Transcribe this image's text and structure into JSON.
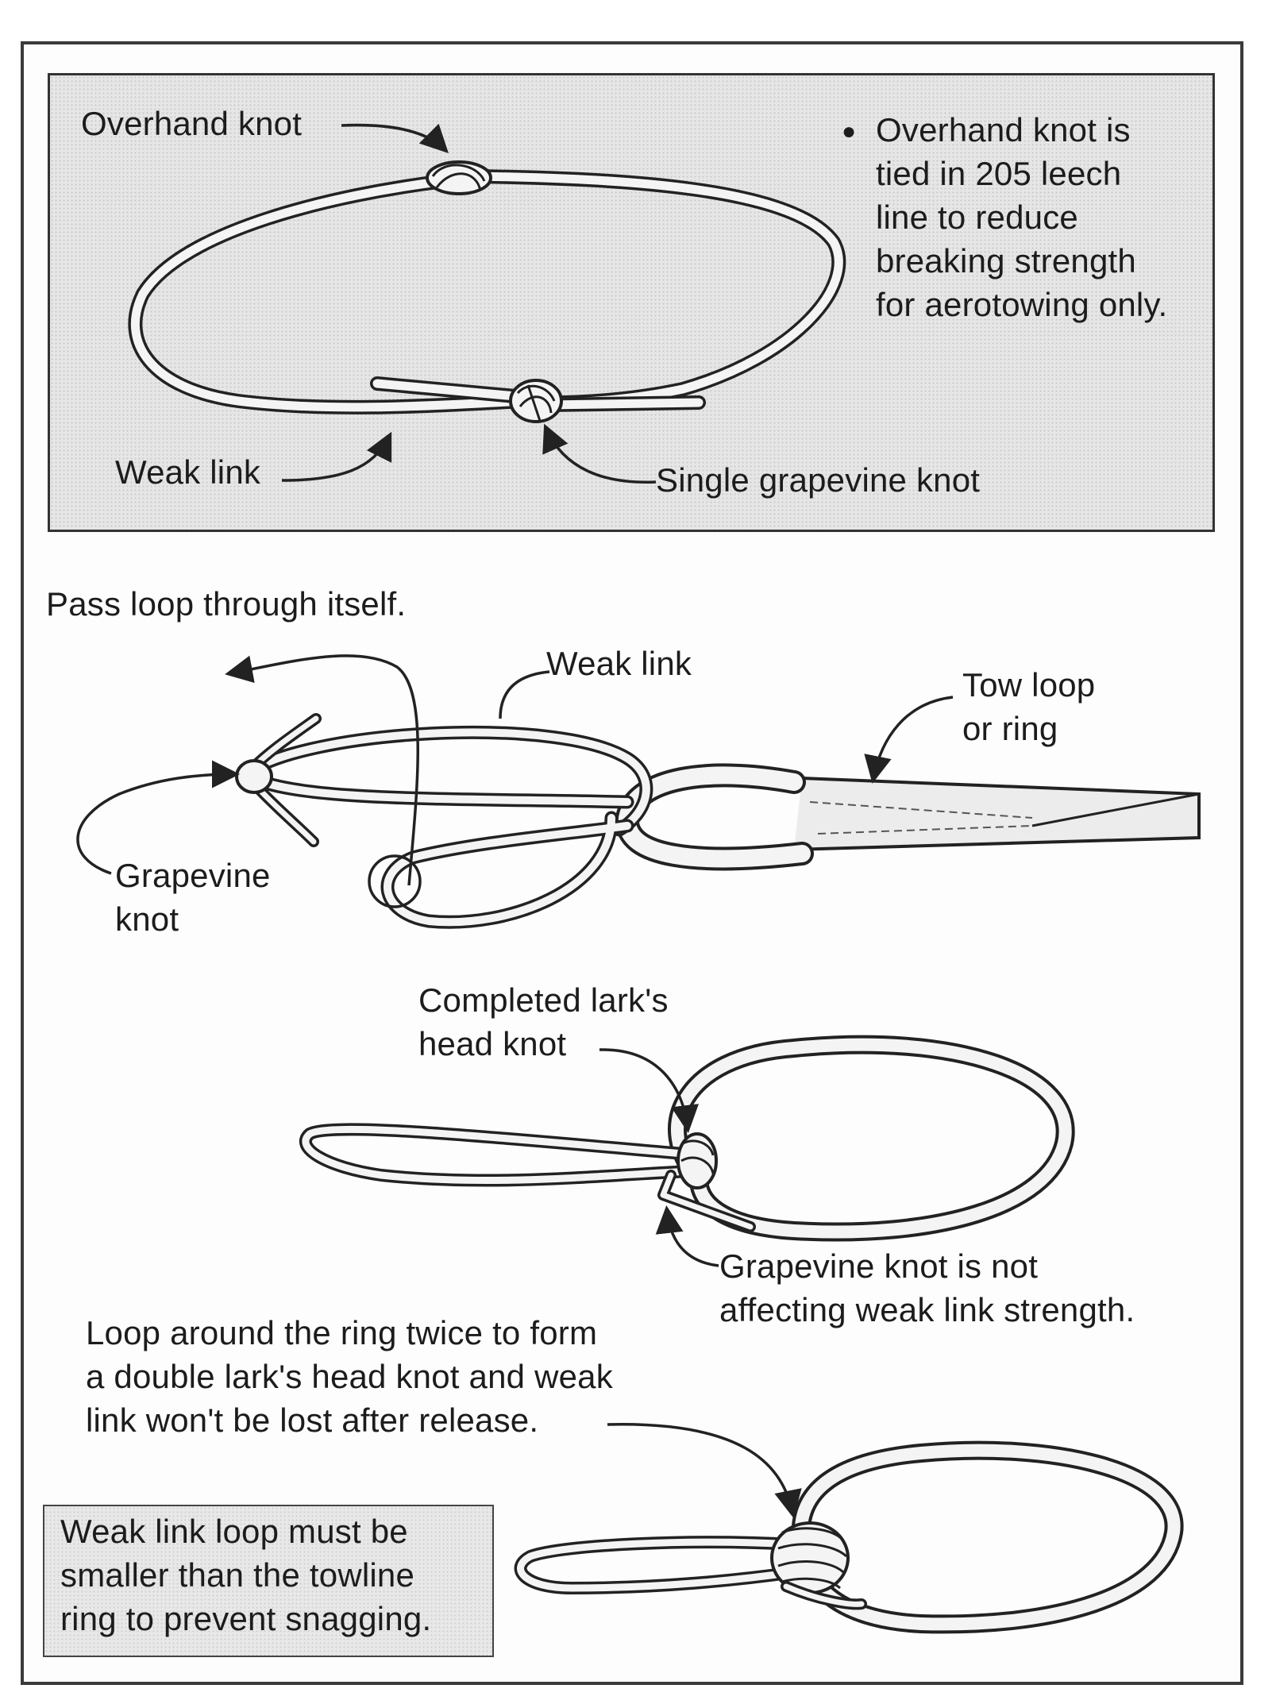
{
  "top_panel": {
    "overhand_label": "Overhand knot",
    "weak_link_label": "Weak link",
    "grapevine_label": "Single grapevine knot",
    "bullet": "●",
    "note_lines": [
      "Overhand knot is",
      "tied in 205 leech",
      "line to reduce",
      "breaking strength",
      "for aerotowing only."
    ]
  },
  "step1": {
    "instruction": "Pass loop through itself.",
    "weak_link_label": "Weak link",
    "tow_loop_lines": [
      "Tow loop",
      "or ring"
    ],
    "grapevine_lines": [
      "Grapevine",
      "knot"
    ]
  },
  "step2": {
    "completed_lines": [
      "Completed lark's",
      "head knot"
    ],
    "grapevine_note_lines": [
      "Grapevine knot is not",
      "affecting weak link strength."
    ]
  },
  "step3": {
    "instruction_lines": [
      "Loop around the ring twice to form",
      "a double lark's head knot and weak",
      "link won't be lost after release."
    ]
  },
  "note_box": {
    "lines": [
      "Weak link loop must be",
      "smaller than the towline",
      "ring to prevent snagging."
    ]
  }
}
